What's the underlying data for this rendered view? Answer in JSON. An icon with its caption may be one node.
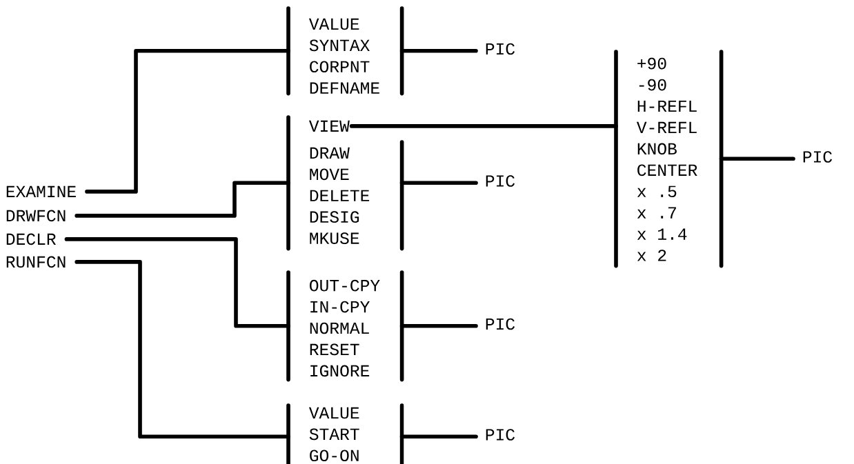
{
  "diagram": {
    "nodes": [
      {
        "text": [
          "VALUE",
          "SYNTAX",
          "CORPNT",
          "DEFNAME"
        ]
      },
      {
        "text": [
          "PIC"
        ]
      },
      {
        "text": [
          "DRAW",
          "MOVE",
          "DELETE",
          "DESIG",
          "MKUSE"
        ]
      },
      {
        "text": [
          "VIEW"
        ],
        "in": 2
      },
      {
        "text": [
          "PIC"
        ]
      },
      {
        "text": [
          "+90",
          "-90",
          "H-REFL",
          "V-REFL",
          "KNOB",
          "CENTER",
          "x .5",
          "x .7",
          "x 1.4",
          "x 2"
        ]
      },
      {
        "text": [
          "PIC"
        ]
      },
      {
        "text": [
          "EXAMINE"
        ]
      },
      {
        "text": [
          "DRWFCN"
        ]
      },
      {
        "text": [
          "DECLR"
        ]
      },
      {
        "text": [
          "RUNFCN"
        ]
      },
      {
        "text": [
          "OUT-CPY",
          "IN-CPY",
          "NORMAL",
          "RESET",
          "IGNORE"
        ]
      },
      {
        "text": [
          "PIC"
        ]
      },
      {
        "text": [
          "VALUE",
          "START",
          "GO-ON"
        ]
      },
      {
        "text": [
          "PIC"
        ]
      }
    ],
    "edges": [
      {
        "from": 7,
        "to": 0,
        "arrow": "none"
      },
      {
        "from": 8,
        "to": 2,
        "arrow": "none"
      },
      {
        "from": 9,
        "to": 11,
        "arrow": "none"
      },
      {
        "from": 10,
        "to": 13,
        "arrow": "none"
      },
      {
        "from": 0,
        "to": 1,
        "arrow": "none"
      },
      {
        "from": 2,
        "to": 4,
        "arrow": "none"
      },
      {
        "from": 3,
        "to": 5,
        "arrow": "none"
      },
      {
        "from": 5,
        "to": 6,
        "arrow": "none"
      },
      {
        "from": 11,
        "to": 12,
        "arrow": "none"
      },
      {
        "from": 13,
        "to": 14,
        "arrow": "none"
      }
    ]
  }
}
